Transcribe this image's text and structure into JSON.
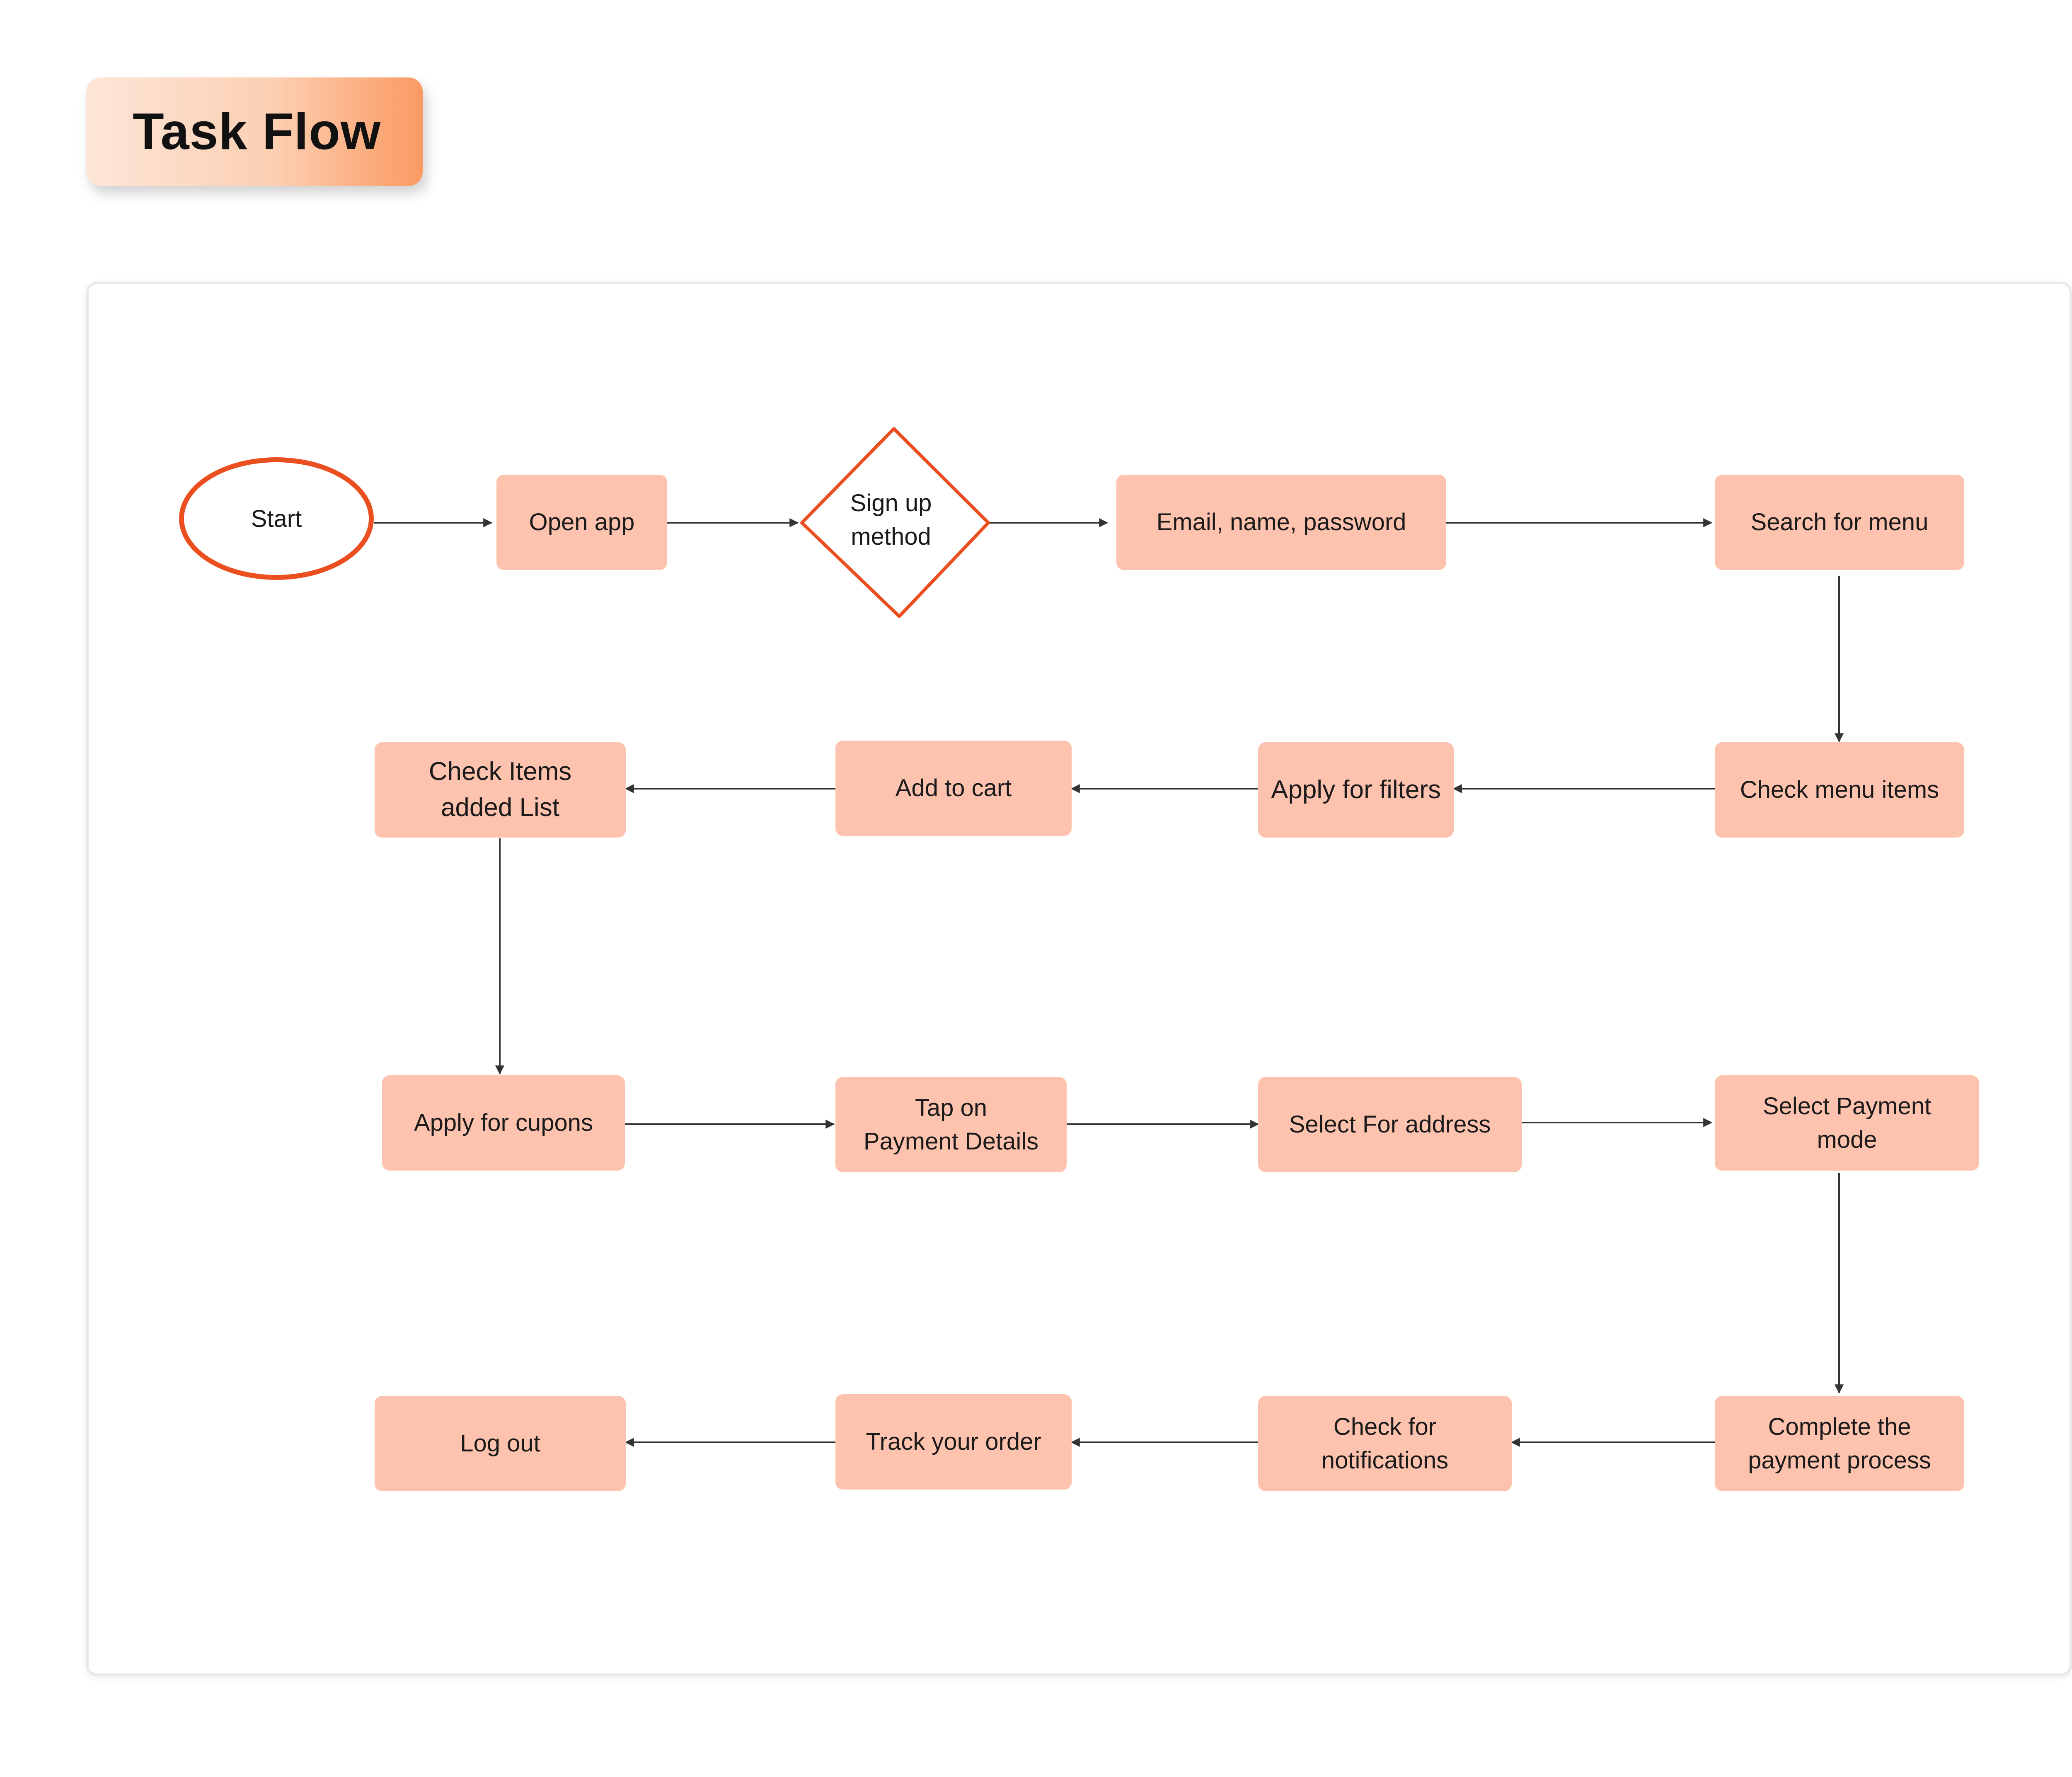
{
  "title": "Task Flow",
  "nodes": {
    "start": "Start",
    "open_app": "Open app",
    "sign_up_method": "Sign up\nmethod",
    "email_name_password": "Email, name, password",
    "search_for_menu": "Search for menu",
    "check_menu_items": "Check menu items",
    "apply_for_filters": "Apply for filters",
    "add_to_cart": "Add to cart",
    "check_items_added_list": "Check Items\nadded List",
    "apply_for_cupons": "Apply for cupons",
    "tap_on_payment_details": "Tap on\nPayment Details",
    "select_for_address": "Select For address",
    "select_payment_mode": "Select Payment\nmode",
    "complete_payment_process": "Complete the\npayment process",
    "check_for_notifications": "Check for\nnotifications",
    "track_your_order": "Track your order",
    "log_out": "Log out"
  },
  "colors": {
    "node_fill": "#fec3ae",
    "start_stroke": "#ec4f1f",
    "diamond_stroke": "#ec4f1f",
    "connector": "#333333"
  }
}
